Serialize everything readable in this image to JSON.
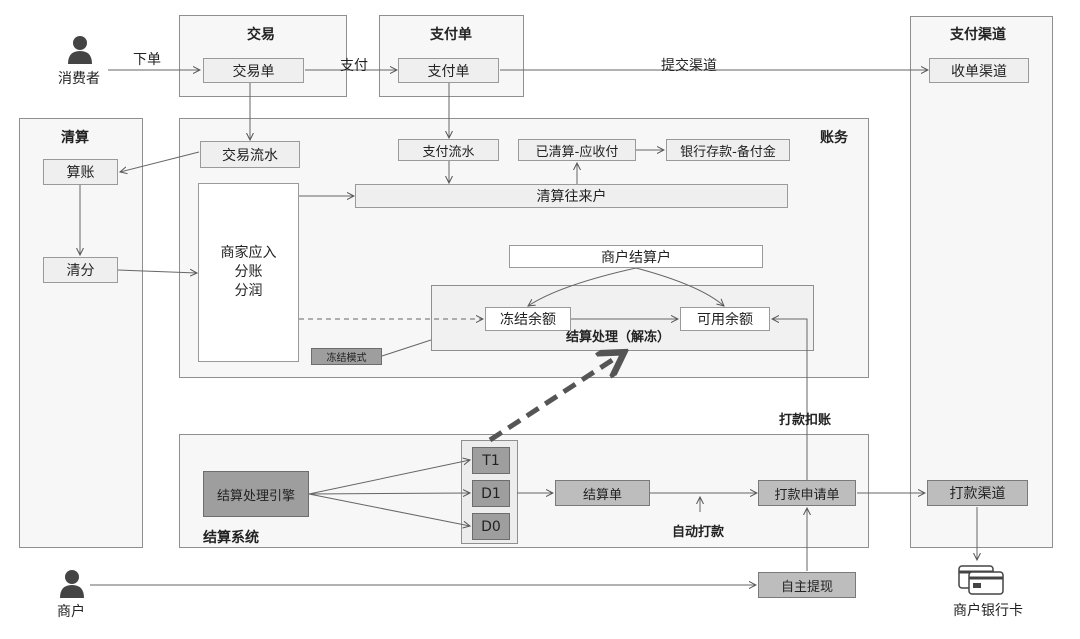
{
  "people": {
    "consumer": "消费者",
    "merchant": "商户",
    "bank_card": "商户银行卡"
  },
  "regions": {
    "trade": "交易",
    "payment": "支付单",
    "channel": "支付渠道",
    "clearing": "清算",
    "accounting": "账务",
    "settlement": "结算系统"
  },
  "nodes": {
    "trade_order": "交易单",
    "payment_order": "支付单",
    "receive_channel": "收单渠道",
    "trade_flow": "交易流水",
    "payment_flow": "支付流水",
    "cleared_receivable": "已清算-应收付",
    "bank_deposit": "银行存款-备付金",
    "clearing_account": "清算往来户",
    "reconcile": "算账",
    "split": "清分",
    "merchant_entry": [
      "商家应入",
      "分账",
      "分润"
    ],
    "merchant_account": "商户结算户",
    "frozen_balance": "冻结余额",
    "available_balance": "可用余额",
    "freeze_mode": "冻结模式",
    "settle_engine": "结算处理引擎",
    "t1": "T1",
    "d1": "D1",
    "d0": "D0",
    "settle_order": "结算单",
    "payout_request": "打款申请单",
    "payout_channel": "打款渠道",
    "self_withdraw": "自主提现"
  },
  "edge_labels": {
    "place_order": "下单",
    "pay": "支付",
    "submit_channel": "提交渠道",
    "settle_unfreeze": "结算处理（解冻）",
    "payout_deduct": "打款扣账",
    "auto_payout": "自动打款"
  }
}
